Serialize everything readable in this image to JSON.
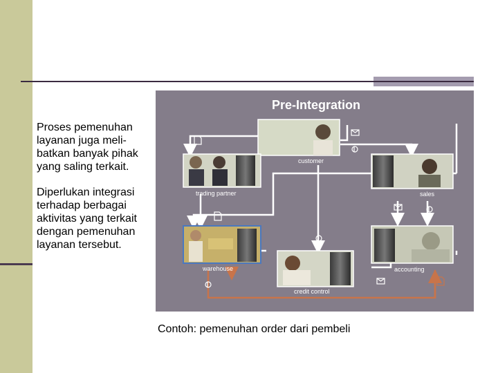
{
  "slide": {
    "paragraph_1": "Proses pemenuhan layanan juga meli-batkan banyak pihak yang saling terkait.",
    "paragraph_2_prefix": "Diperlukan ",
    "paragraph_2_emph": "integrasi",
    "paragraph_2_rest": " terhadap berbagai aktivitas yang terkait dengan pemenuhan layanan tersebut.",
    "caption": "Contoh: pemenuhan order dari pembeli"
  },
  "diagram": {
    "title": "Pre-Integration",
    "nodes": {
      "customer": "customer",
      "trading_partner": "trading partner",
      "sales": "sales",
      "warehouse": "warehouse",
      "accounting": "accounting",
      "credit_control": "credit control"
    },
    "colors": {
      "panel": "#847d8a",
      "arrow": "#ffffff",
      "arrow_highlight": "#c8744a",
      "title": "#ffffff"
    }
  }
}
